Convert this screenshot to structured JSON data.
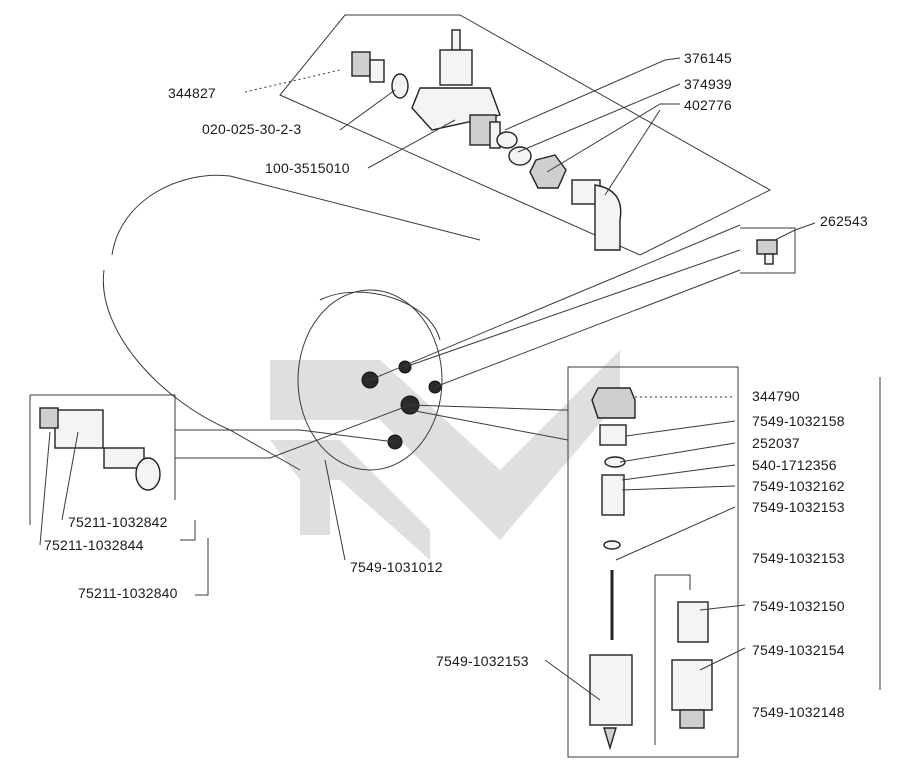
{
  "labels": {
    "p344827": "344827",
    "p020_025": "020-025-30-2-3",
    "p100_3515010": "100-3515010",
    "p376145": "376145",
    "p374939": "374939",
    "p402776": "402776",
    "p262543": "262543",
    "p344790": "344790",
    "p7549_1032158": "7549-1032158",
    "p252037": "252037",
    "p540_1712356": "540-1712356",
    "p7549_1032162": "7549-1032162",
    "p7549_1032153_a": "7549-1032153",
    "p7549_1032153_b": "7549-1032153",
    "p7549_1032150": "7549-1032150",
    "p7549_1032154": "7549-1032154",
    "p7549_1032148": "7549-1032148",
    "p7549_1032153_c": "7549-1032153",
    "p75211_1032842": "75211-1032842",
    "p75211_1032844": "75211-1032844",
    "p75211_1032840": "75211-1032840",
    "p7549_1031012": "7549-1031012"
  }
}
